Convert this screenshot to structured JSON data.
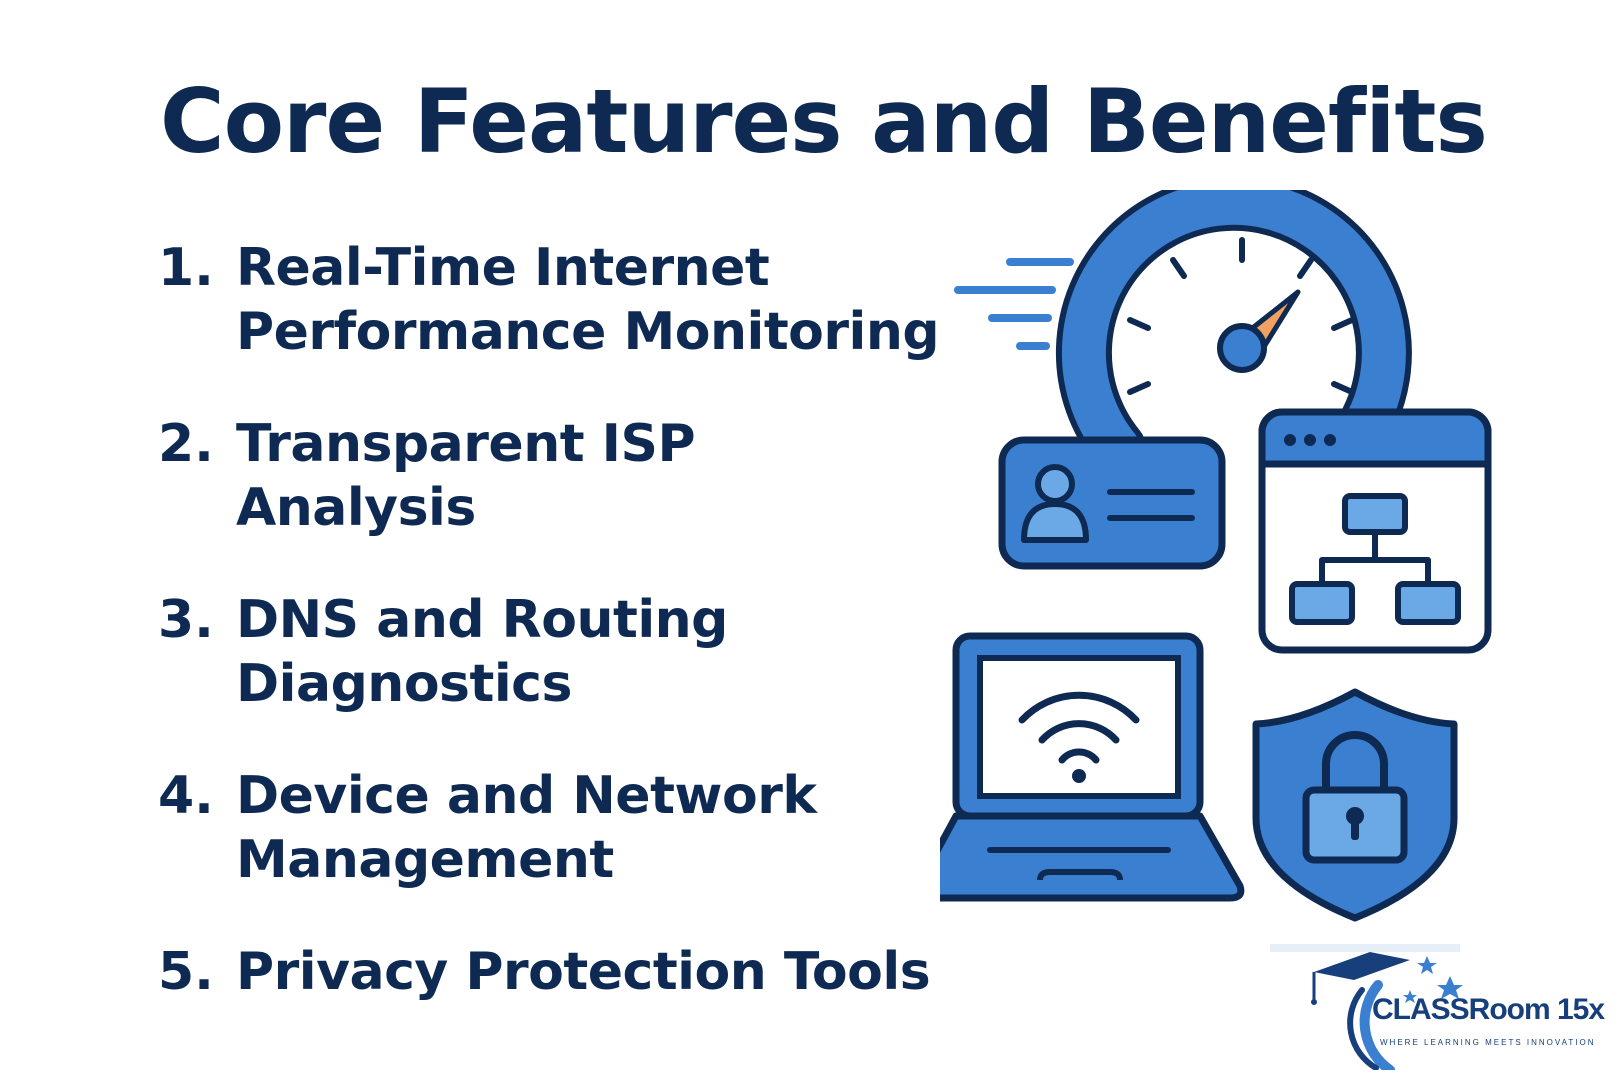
{
  "title": "Core Features and Benefits",
  "features": [
    {
      "number": "1.",
      "line1": "Real-Time Internet",
      "line2": "Performance Monitoring"
    },
    {
      "number": "2.",
      "line1": "Transparent ISP",
      "line2": "Analysis"
    },
    {
      "number": "3.",
      "line1": "DNS and Routing",
      "line2": "Diagnostics"
    },
    {
      "number": "4.",
      "line1": "Device and Network",
      "line2": "Management"
    },
    {
      "number": "5.",
      "line1": "Privacy Protection Tools",
      "line2": ""
    }
  ],
  "illustration": {
    "icons": [
      "speedometer-icon",
      "user-id-card-icon",
      "network-window-icon",
      "laptop-wifi-icon",
      "shield-lock-icon"
    ]
  },
  "brand": {
    "name": "CLASSRoom 15x",
    "tagline": "WHERE LEARNING MEETS INNOVATION"
  },
  "colors": {
    "navy": "#0f2a52",
    "blue": "#3b7fd0",
    "light_blue": "#6aa8e6",
    "outline": "#0f2a52",
    "accent": "#f0a060"
  }
}
